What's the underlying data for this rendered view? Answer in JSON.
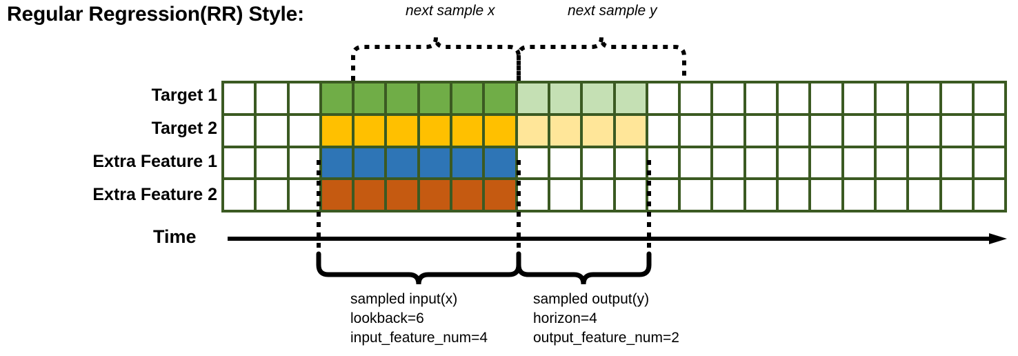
{
  "title": "Regular Regression(RR) Style:",
  "rows": [
    {
      "label": "Target 1",
      "name": "target-1"
    },
    {
      "label": "Target 2",
      "name": "target-2"
    },
    {
      "label": "Extra Feature 1",
      "name": "extra-feature-1"
    },
    {
      "label": "Extra Feature 2",
      "name": "extra-feature-2"
    }
  ],
  "grid": {
    "columns": 24,
    "border_color": "#3B5A22",
    "empty_color": "#FFFFFF",
    "input_start_col": 3,
    "input_end_col": 9,
    "output_start_col": 9,
    "output_end_col": 13,
    "cell_colors": [
      [
        "#FFFFFF",
        "#FFFFFF",
        "#FFFFFF",
        "#70AD47",
        "#70AD47",
        "#70AD47",
        "#70AD47",
        "#70AD47",
        "#70AD47",
        "#C5E0B4",
        "#C5E0B4",
        "#C5E0B4",
        "#C5E0B4",
        "#FFFFFF",
        "#FFFFFF",
        "#FFFFFF",
        "#FFFFFF",
        "#FFFFFF",
        "#FFFFFF",
        "#FFFFFF",
        "#FFFFFF",
        "#FFFFFF",
        "#FFFFFF",
        "#FFFFFF"
      ],
      [
        "#FFFFFF",
        "#FFFFFF",
        "#FFFFFF",
        "#FFC000",
        "#FFC000",
        "#FFC000",
        "#FFC000",
        "#FFC000",
        "#FFC000",
        "#FFE699",
        "#FFE699",
        "#FFE699",
        "#FFE699",
        "#FFFFFF",
        "#FFFFFF",
        "#FFFFFF",
        "#FFFFFF",
        "#FFFFFF",
        "#FFFFFF",
        "#FFFFFF",
        "#FFFFFF",
        "#FFFFFF",
        "#FFFFFF",
        "#FFFFFF"
      ],
      [
        "#FFFFFF",
        "#FFFFFF",
        "#FFFFFF",
        "#2E75B6",
        "#2E75B6",
        "#2E75B6",
        "#2E75B6",
        "#2E75B6",
        "#2E75B6",
        "#FFFFFF",
        "#FFFFFF",
        "#FFFFFF",
        "#FFFFFF",
        "#FFFFFF",
        "#FFFFFF",
        "#FFFFFF",
        "#FFFFFF",
        "#FFFFFF",
        "#FFFFFF",
        "#FFFFFF",
        "#FFFFFF",
        "#FFFFFF",
        "#FFFFFF",
        "#FFFFFF"
      ],
      [
        "#FFFFFF",
        "#FFFFFF",
        "#FFFFFF",
        "#C55A11",
        "#C55A11",
        "#C55A11",
        "#C55A11",
        "#C55A11",
        "#C55A11",
        "#FFFFFF",
        "#FFFFFF",
        "#FFFFFF",
        "#FFFFFF",
        "#FFFFFF",
        "#FFFFFF",
        "#FFFFFF",
        "#FFFFFF",
        "#FFFFFF",
        "#FFFFFF",
        "#FFFFFF",
        "#FFFFFF",
        "#FFFFFF",
        "#FFFFFF",
        "#FFFFFF"
      ]
    ]
  },
  "time_axis": {
    "label": "Time",
    "arrow": "arrow-right"
  },
  "top_annotations": [
    {
      "label": "next sample x",
      "name": "next-sample-x"
    },
    {
      "label": "next sample y",
      "name": "next-sample-y"
    }
  ],
  "bottom_annotations": [
    {
      "name": "sampled-input",
      "line1": "sampled input(x)",
      "line2": "lookback=6",
      "line3": "input_feature_num=4"
    },
    {
      "name": "sampled-output",
      "line1": "sampled output(y)",
      "line2": "horizon=4",
      "line3": "output_feature_num=2"
    }
  ]
}
